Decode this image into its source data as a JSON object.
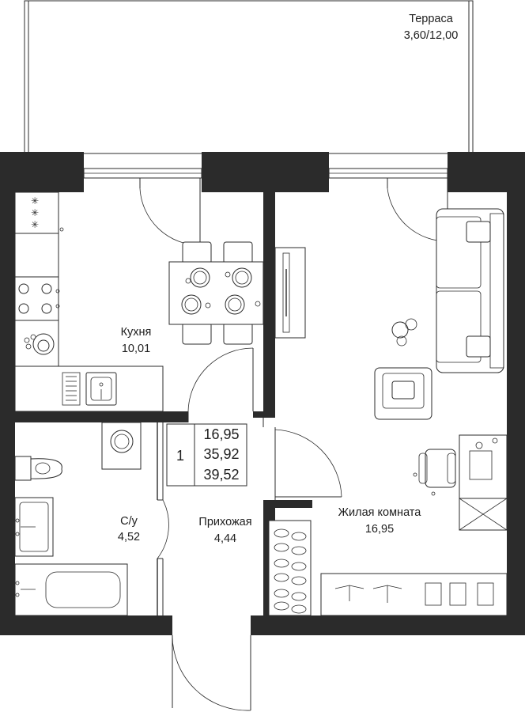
{
  "rooms": {
    "terrace": {
      "name": "Терраса",
      "area": "3,60/12,00"
    },
    "kitchen": {
      "name": "Кухня",
      "area": "10,01"
    },
    "bathroom": {
      "name": "С/у",
      "area": "4,52"
    },
    "hallway": {
      "name": "Прихожая",
      "area": "4,44"
    },
    "living": {
      "name": "Жилая комната",
      "area": "16,95"
    }
  },
  "summary": {
    "rooms_count": "1",
    "living_area": "16,95",
    "total_area": "35,92",
    "total_with_terrace": "39,52"
  },
  "colors": {
    "wall": "#2b2b2b",
    "background": "#ffffff"
  }
}
